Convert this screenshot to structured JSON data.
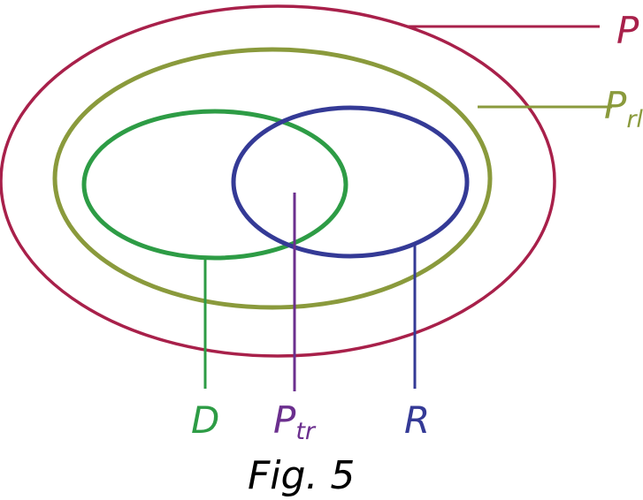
{
  "diagram": {
    "colors": {
      "P": "#a8204a",
      "Prl": "#8a9a3c",
      "D": "#2d9c45",
      "R": "#343a96",
      "Ptr": "#6b2f8e",
      "caption": "#000000"
    },
    "labels": {
      "P": "P",
      "Prl_main": "P",
      "Prl_sub": "rl",
      "D": "D",
      "Ptr_main": "P",
      "Ptr_sub": "tr",
      "R": "R"
    },
    "caption": "Fig. 5"
  }
}
